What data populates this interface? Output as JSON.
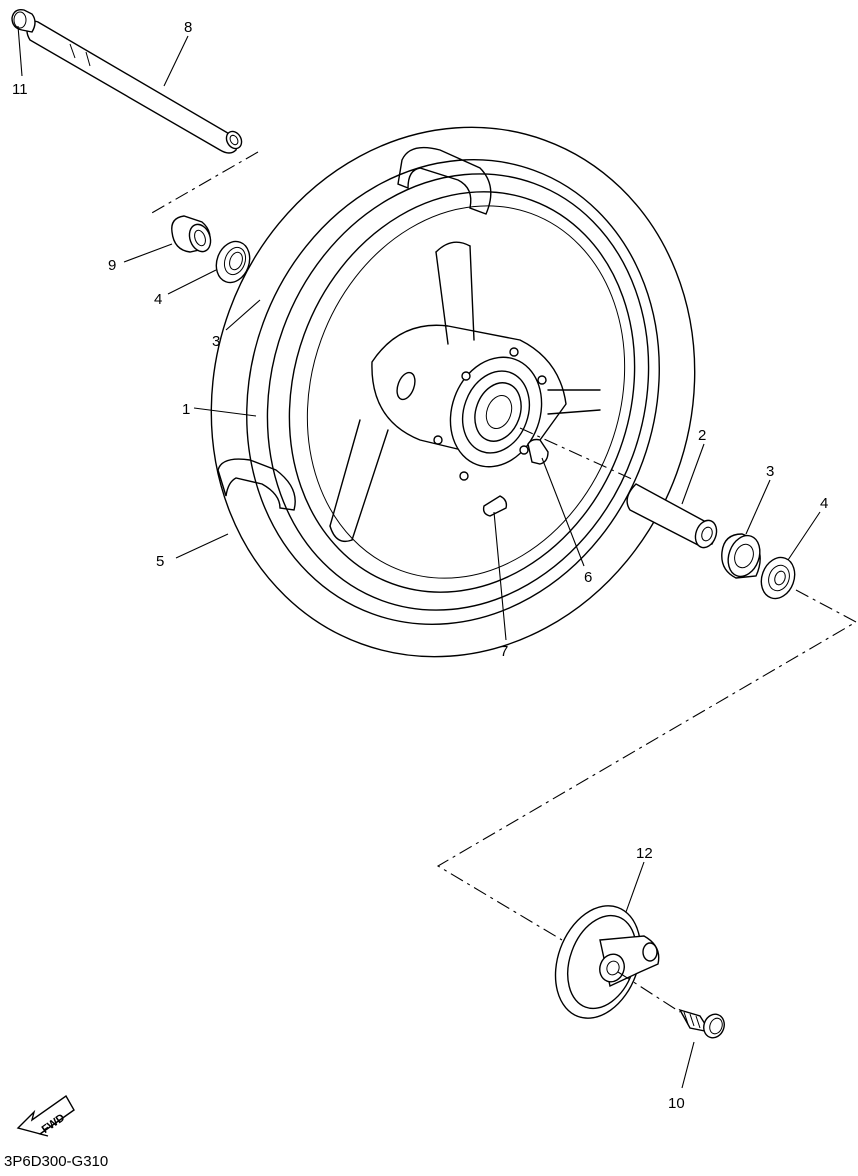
{
  "diagram": {
    "code": "3P6D300-G310",
    "fwd_label": "FWD",
    "callouts": {
      "c1": "1",
      "c2": "2",
      "c3a": "3",
      "c3b": "3",
      "c4a": "4",
      "c4b": "4",
      "c5": "5",
      "c6": "6",
      "c7": "7",
      "c8": "8",
      "c9": "9",
      "c10": "10",
      "c11": "11",
      "c12": "12"
    }
  }
}
